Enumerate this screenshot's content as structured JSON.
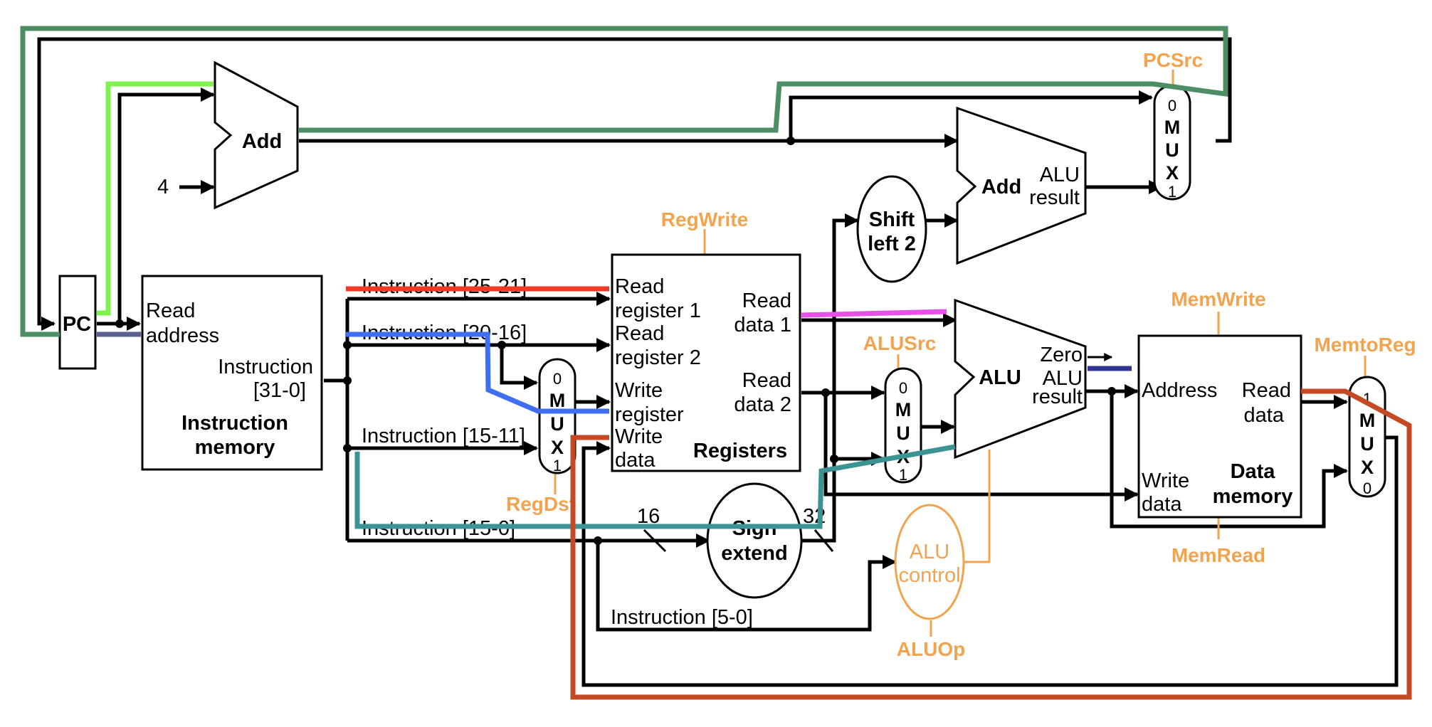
{
  "colors": {
    "control": "#f2a34e",
    "pc_loop": "#4e8e65",
    "pc_to_add": "#7ff24f",
    "rs": "#ee3a24",
    "rt": "#3f6ff0",
    "imm": "#3c9394",
    "alu_a": "#e851e8",
    "alu_result": "#2e3592",
    "writeback": "#c44a24",
    "instr_addr": "#5a608f"
  },
  "blocks": {
    "pc": "PC",
    "add_top": "Add",
    "add_branch": "Add",
    "add_branch_result": [
      "ALU",
      "result"
    ],
    "const_four": "4",
    "instr_mem": {
      "read_address": [
        "Read",
        "address"
      ],
      "instruction_out": [
        "Instruction",
        "[31-0]"
      ],
      "title": [
        "Instruction",
        "memory"
      ]
    },
    "registers": {
      "read_reg1": [
        "Read",
        "register 1"
      ],
      "read_reg2": [
        "Read",
        "register 2"
      ],
      "write_reg": [
        "Write",
        "register"
      ],
      "write_data": [
        "Write",
        "data"
      ],
      "read_data1": [
        "Read",
        "data 1"
      ],
      "read_data2": [
        "Read",
        "data 2"
      ],
      "title": "Registers"
    },
    "shift_left": [
      "Shift",
      "left 2"
    ],
    "sign_extend": [
      "Sign",
      "extend"
    ],
    "alu": {
      "name": "ALU",
      "zero": "Zero",
      "result": [
        "ALU",
        "result"
      ]
    },
    "alu_control": [
      "ALU",
      "control"
    ],
    "data_memory": {
      "address": "Address",
      "read_data": [
        "Read",
        "data"
      ],
      "write_data": [
        "Write",
        "data"
      ],
      "title": [
        "Data",
        "memory"
      ]
    },
    "mux": [
      "M",
      "U",
      "X"
    ],
    "mux_regdst_inputs": [
      "0",
      "1"
    ],
    "mux_alusrc_inputs": [
      "0",
      "1"
    ],
    "mux_pcsrc_inputs": [
      "0",
      "1"
    ],
    "mux_memtoreg_inputs": [
      "1",
      "0"
    ]
  },
  "instruction_fields": {
    "rs": "Instruction [25-21]",
    "rt": "Instruction [20-16]",
    "rd": "Instruction [15-11]",
    "imm": "Instruction [15-0]",
    "funct": "Instruction [5-0]"
  },
  "bus_widths": {
    "in": "16",
    "out": "32"
  },
  "control_signals": {
    "pcsrc": "PCSrc",
    "regwrite": "RegWrite",
    "regdst": "RegDst",
    "alusrc": "ALUSrc",
    "memwrite": "MemWrite",
    "memtoreg": "MemtoReg",
    "memread": "MemRead",
    "aluop": "ALUOp"
  }
}
